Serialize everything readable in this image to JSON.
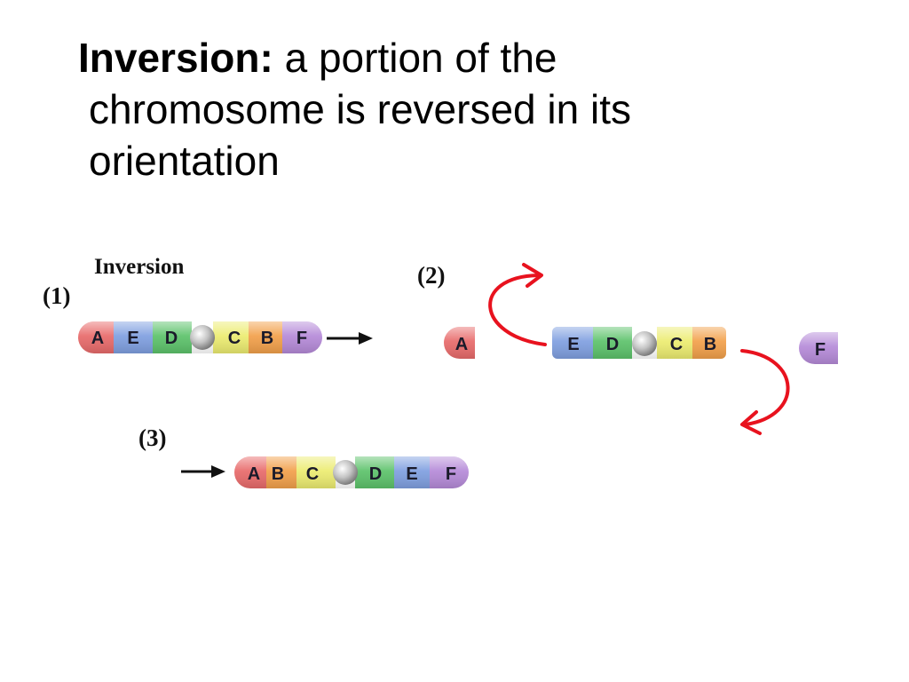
{
  "slide": {
    "term": "Inversion:",
    "definition_line1": " a portion of the",
    "definition_line2": "chromosome is reversed in its",
    "definition_line3": "orientation"
  },
  "figure": {
    "title": "Inversion",
    "step1": "(1)",
    "step2": "(2)",
    "step3": "(3)",
    "gene_colors": {
      "A": "#e86a6a",
      "B": "#f2a04a",
      "C": "#ecec70",
      "D": "#5cc26a",
      "E": "#7f9fe0",
      "F": "#b58ad8"
    },
    "centromere_color": "#b8b8b8",
    "arrow_color": "#e8121e",
    "chromosome1": [
      "A",
      "E",
      "D",
      "C",
      "B",
      "F"
    ],
    "chromosome2_left": [
      "A"
    ],
    "chromosome2_middle": [
      "E",
      "D",
      "C",
      "B"
    ],
    "chromosome2_right": [
      "F"
    ],
    "chromosome3": [
      "A",
      "B",
      "C",
      "D",
      "E",
      "F"
    ]
  }
}
